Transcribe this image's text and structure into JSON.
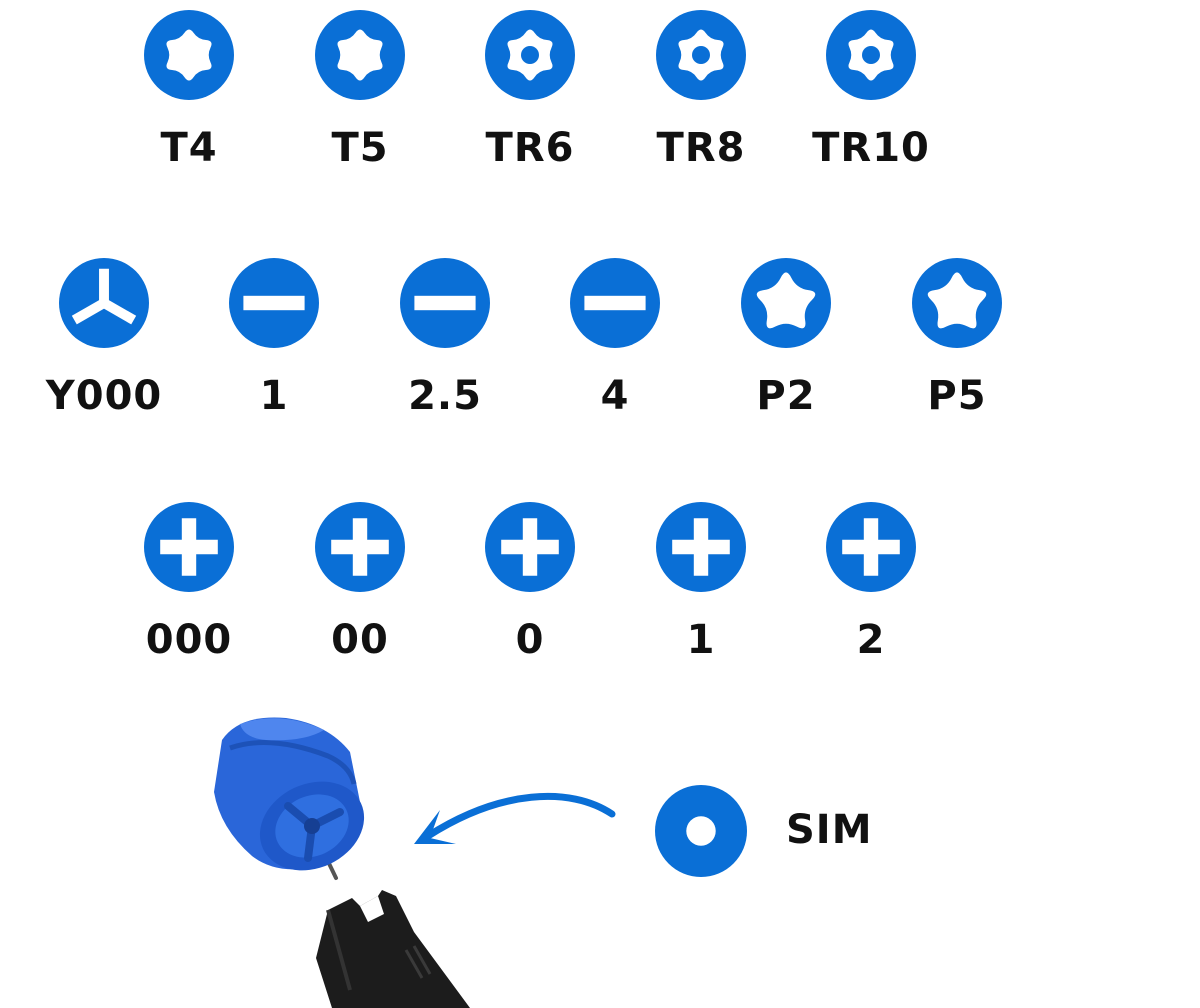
{
  "colors": {
    "accent": "#0a6fd6",
    "label": "#111111",
    "handle": "#1c1c1c",
    "cap": "#2f6fe0"
  },
  "rows": [
    {
      "bits": [
        {
          "label": "T4",
          "icon": "torx-icon"
        },
        {
          "label": "T5",
          "icon": "torx-icon"
        },
        {
          "label": "TR6",
          "icon": "torx-security-icon"
        },
        {
          "label": "TR8",
          "icon": "torx-security-icon"
        },
        {
          "label": "TR10",
          "icon": "torx-security-icon"
        }
      ]
    },
    {
      "bits": [
        {
          "label": "Y000",
          "icon": "tri-wing-icon"
        },
        {
          "label": "1",
          "icon": "flathead-icon"
        },
        {
          "label": "2.5",
          "icon": "flathead-icon"
        },
        {
          "label": "4",
          "icon": "flathead-icon"
        },
        {
          "label": "P2",
          "icon": "pentalobe-icon"
        },
        {
          "label": "P5",
          "icon": "pentalobe-icon"
        }
      ]
    },
    {
      "bits": [
        {
          "label": "000",
          "icon": "phillips-icon"
        },
        {
          "label": "00",
          "icon": "phillips-icon"
        },
        {
          "label": "0",
          "icon": "phillips-icon"
        },
        {
          "label": "1",
          "icon": "phillips-icon"
        },
        {
          "label": "2",
          "icon": "phillips-icon"
        }
      ]
    }
  ],
  "sim": {
    "label": "SIM",
    "icon": "sim-eject-icon"
  },
  "illustration": {
    "icon": "screwdriver-cap-icon",
    "arrow_icon": "curved-arrow-icon"
  }
}
